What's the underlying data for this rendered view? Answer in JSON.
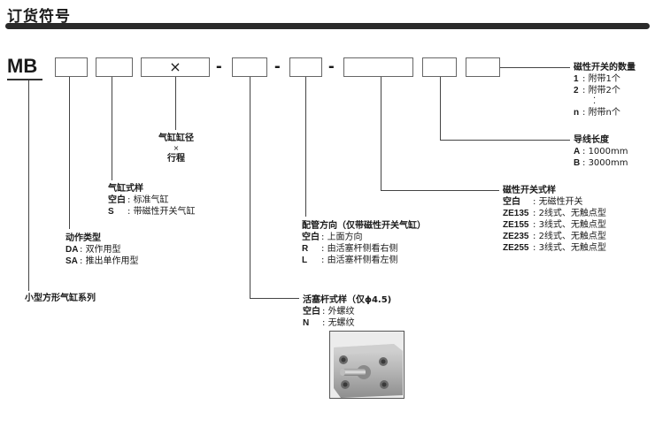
{
  "title": "订货符号",
  "code_prefix": "MB",
  "times_symbol": "×",
  "dash": "-",
  "options": {
    "switch_count": {
      "heading": "磁性开关的数量",
      "items": [
        {
          "code": "1",
          "sep": ":",
          "desc": "附带1个"
        },
        {
          "code": "2",
          "sep": ":",
          "desc": "附带2个"
        },
        {
          "code": "n",
          "sep": ":",
          "desc": "附带n个"
        }
      ],
      "dot": "·"
    },
    "lead_length": {
      "heading": "导线长度",
      "items": [
        {
          "code": "A",
          "sep": ":",
          "desc": "1000mm"
        },
        {
          "code": "B",
          "sep": ":",
          "desc": "3000mm"
        }
      ]
    },
    "switch_type": {
      "heading": "磁性开关式样",
      "items": [
        {
          "code": "空白",
          "sep": ":",
          "desc": "无磁性开关"
        },
        {
          "code": "ZE135",
          "sep": ":",
          "desc": "2线式、无触点型"
        },
        {
          "code": "ZE155",
          "sep": ":",
          "desc": "3线式、无触点型"
        },
        {
          "code": "ZE235",
          "sep": ":",
          "desc": "2线式、无触点型"
        },
        {
          "code": "ZE255",
          "sep": ":",
          "desc": "3线式、无触点型"
        }
      ]
    },
    "bore_stroke": {
      "line1": "气缸缸径",
      "times": "×",
      "line2": "行程"
    },
    "cylinder_spec": {
      "heading": "气缸式样",
      "items": [
        {
          "code": "空白",
          "sep": ":",
          "desc": "标准气缸"
        },
        {
          "code": "S",
          "sep": ":",
          "desc": "带磁性开关气缸"
        }
      ]
    },
    "action_type": {
      "heading": "动作类型",
      "items": [
        {
          "code": "DA",
          "sep": ":",
          "desc": "双作用型"
        },
        {
          "code": "SA",
          "sep": ":",
          "desc": "推出单作用型"
        }
      ]
    },
    "series": {
      "heading": "小型方形气缸系列"
    },
    "piping": {
      "heading": "配管方向（仅带磁性开关气缸）",
      "items": [
        {
          "code": "空白",
          "sep": ":",
          "desc": "上面方向"
        },
        {
          "code": "R",
          "sep": ":",
          "desc": "由活塞杆侧看右侧"
        },
        {
          "code": "L",
          "sep": ":",
          "desc": "由活塞杆侧看左侧"
        }
      ]
    },
    "rod_thread": {
      "heading": "活塞杆式样（仅ϕ4.5)",
      "items": [
        {
          "code": "空白",
          "sep": ":",
          "desc": "外螺纹"
        },
        {
          "code": "N",
          "sep": ":",
          "desc": "无螺纹"
        }
      ]
    }
  }
}
